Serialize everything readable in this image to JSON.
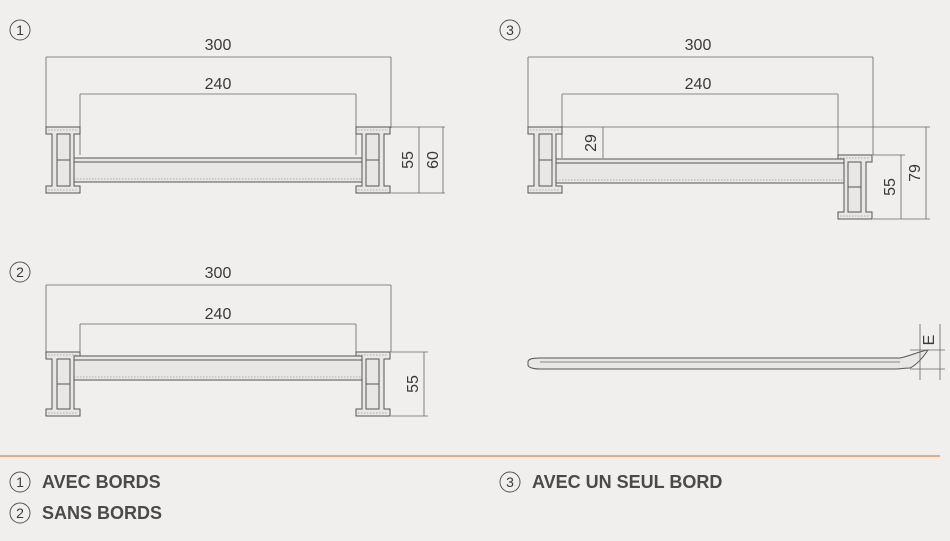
{
  "diagram_data": {
    "variants": [
      {
        "number": "1",
        "label": "AVEC BORDS",
        "total_width": "300",
        "inner_width": "240",
        "heights": [
          "55",
          "60"
        ]
      },
      {
        "number": "2",
        "label": "SANS BORDS",
        "total_width": "300",
        "inner_width": "240",
        "heights": [
          "55"
        ]
      },
      {
        "number": "3",
        "label": "AVEC UN SEUL BORD",
        "total_width": "300",
        "inner_width": "240",
        "heights": [
          "29",
          "55",
          "79"
        ]
      }
    ],
    "side_view": {
      "thickness_label": "E"
    }
  },
  "colors": {
    "background": "#f0efee",
    "divider": "#d4893a",
    "lines": "#555555"
  }
}
